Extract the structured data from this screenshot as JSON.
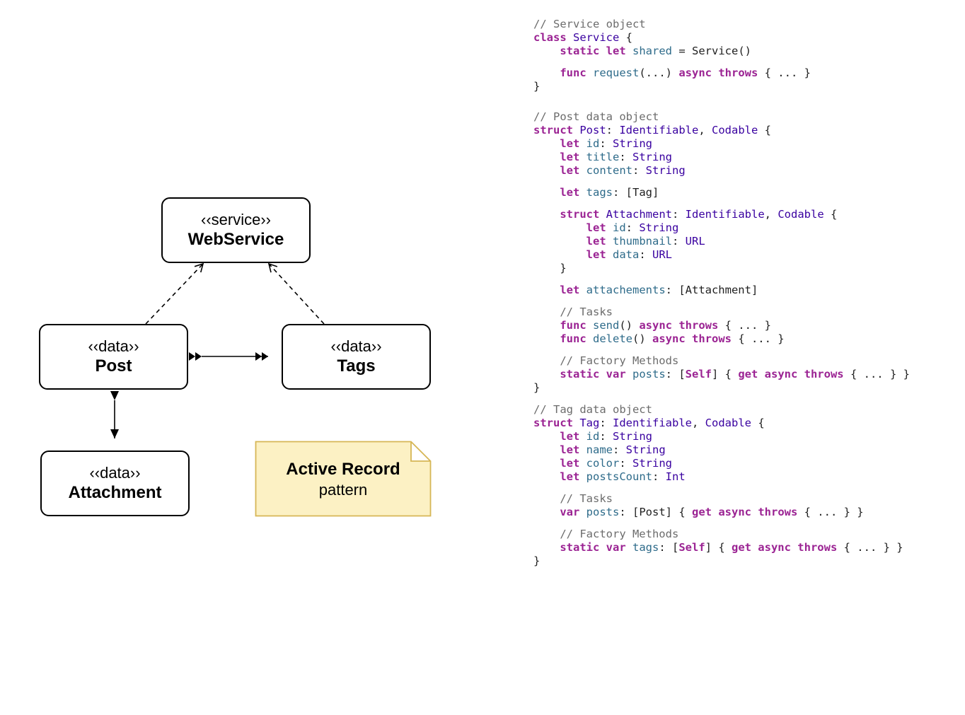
{
  "diagram": {
    "boxes": {
      "webservice": {
        "stereotype": "‹‹service››",
        "name": "WebService"
      },
      "post": {
        "stereotype": "‹‹data››",
        "name": "Post"
      },
      "tags": {
        "stereotype": "‹‹data››",
        "name": "Tags"
      },
      "attachment": {
        "stereotype": "‹‹data››",
        "name": "Attachment"
      }
    },
    "note": {
      "title": "Active Record",
      "subtitle": "pattern",
      "fill": "#fcf1c4",
      "stroke": "#d6b656"
    }
  },
  "code": {
    "colors": {
      "keyword": "#9b2393",
      "type": "#3900a0",
      "identifier": "#2e6b8a",
      "comment": "#6c6c6c",
      "plain": "#1f1f1f"
    },
    "lines": [
      [
        [
          "comment",
          "// Service object"
        ]
      ],
      [
        [
          "keyword",
          "class"
        ],
        [
          "plain",
          " "
        ],
        [
          "type",
          "Service"
        ],
        [
          "plain",
          " {"
        ]
      ],
      [
        [
          "plain",
          "    "
        ],
        [
          "keyword",
          "static let"
        ],
        [
          "plain",
          " "
        ],
        [
          "ident",
          "shared"
        ],
        [
          "plain",
          " = Service()"
        ]
      ],
      [],
      [
        [
          "plain",
          "    "
        ],
        [
          "keyword",
          "func"
        ],
        [
          "plain",
          " "
        ],
        [
          "ident",
          "request"
        ],
        [
          "plain",
          "(...) "
        ],
        [
          "keyword",
          "async throws"
        ],
        [
          "plain",
          " { ... }"
        ]
      ],
      [
        [
          "plain",
          "}"
        ]
      ],
      [],
      [],
      [
        [
          "comment",
          "// Post data object"
        ]
      ],
      [
        [
          "keyword",
          "struct"
        ],
        [
          "plain",
          " "
        ],
        [
          "type",
          "Post"
        ],
        [
          "plain",
          ": "
        ],
        [
          "type",
          "Identifiable"
        ],
        [
          "plain",
          ", "
        ],
        [
          "type",
          "Codable"
        ],
        [
          "plain",
          " {"
        ]
      ],
      [
        [
          "plain",
          "    "
        ],
        [
          "keyword",
          "let"
        ],
        [
          "plain",
          " "
        ],
        [
          "ident",
          "id"
        ],
        [
          "plain",
          ": "
        ],
        [
          "type",
          "String"
        ]
      ],
      [
        [
          "plain",
          "    "
        ],
        [
          "keyword",
          "let"
        ],
        [
          "plain",
          " "
        ],
        [
          "ident",
          "title"
        ],
        [
          "plain",
          ": "
        ],
        [
          "type",
          "String"
        ]
      ],
      [
        [
          "plain",
          "    "
        ],
        [
          "keyword",
          "let"
        ],
        [
          "plain",
          " "
        ],
        [
          "ident",
          "content"
        ],
        [
          "plain",
          ": "
        ],
        [
          "type",
          "String"
        ]
      ],
      [],
      [
        [
          "plain",
          "    "
        ],
        [
          "keyword",
          "let"
        ],
        [
          "plain",
          " "
        ],
        [
          "ident",
          "tags"
        ],
        [
          "plain",
          ": [Tag]"
        ]
      ],
      [],
      [
        [
          "plain",
          "    "
        ],
        [
          "keyword",
          "struct"
        ],
        [
          "plain",
          " "
        ],
        [
          "type",
          "Attachment"
        ],
        [
          "plain",
          ": "
        ],
        [
          "type",
          "Identifiable"
        ],
        [
          "plain",
          ", "
        ],
        [
          "type",
          "Codable"
        ],
        [
          "plain",
          " {"
        ]
      ],
      [
        [
          "plain",
          "        "
        ],
        [
          "keyword",
          "let"
        ],
        [
          "plain",
          " "
        ],
        [
          "ident",
          "id"
        ],
        [
          "plain",
          ": "
        ],
        [
          "type",
          "String"
        ]
      ],
      [
        [
          "plain",
          "        "
        ],
        [
          "keyword",
          "let"
        ],
        [
          "plain",
          " "
        ],
        [
          "ident",
          "thumbnail"
        ],
        [
          "plain",
          ": "
        ],
        [
          "type",
          "URL"
        ]
      ],
      [
        [
          "plain",
          "        "
        ],
        [
          "keyword",
          "let"
        ],
        [
          "plain",
          " "
        ],
        [
          "ident",
          "data"
        ],
        [
          "plain",
          ": "
        ],
        [
          "type",
          "URL"
        ]
      ],
      [
        [
          "plain",
          "    }"
        ]
      ],
      [],
      [
        [
          "plain",
          "    "
        ],
        [
          "keyword",
          "let"
        ],
        [
          "plain",
          " "
        ],
        [
          "ident",
          "attachements"
        ],
        [
          "plain",
          ": [Attachment]"
        ]
      ],
      [],
      [
        [
          "plain",
          "    "
        ],
        [
          "comment",
          "// Tasks"
        ]
      ],
      [
        [
          "plain",
          "    "
        ],
        [
          "keyword",
          "func"
        ],
        [
          "plain",
          " "
        ],
        [
          "ident",
          "send"
        ],
        [
          "plain",
          "() "
        ],
        [
          "keyword",
          "async throws"
        ],
        [
          "plain",
          " { ... }"
        ]
      ],
      [
        [
          "plain",
          "    "
        ],
        [
          "keyword",
          "func"
        ],
        [
          "plain",
          " "
        ],
        [
          "ident",
          "delete"
        ],
        [
          "plain",
          "() "
        ],
        [
          "keyword",
          "async throws"
        ],
        [
          "plain",
          " { ... }"
        ]
      ],
      [],
      [
        [
          "plain",
          "    "
        ],
        [
          "comment",
          "// Factory Methods"
        ]
      ],
      [
        [
          "plain",
          "    "
        ],
        [
          "keyword",
          "static var"
        ],
        [
          "plain",
          " "
        ],
        [
          "ident",
          "posts"
        ],
        [
          "plain",
          ": ["
        ],
        [
          "keyword",
          "Self"
        ],
        [
          "plain",
          "] { "
        ],
        [
          "keyword",
          "get async throws"
        ],
        [
          "plain",
          " { ... } }"
        ]
      ],
      [
        [
          "plain",
          "}"
        ]
      ],
      [],
      [
        [
          "comment",
          "// Tag data object"
        ]
      ],
      [
        [
          "keyword",
          "struct"
        ],
        [
          "plain",
          " "
        ],
        [
          "type",
          "Tag"
        ],
        [
          "plain",
          ": "
        ],
        [
          "type",
          "Identifiable"
        ],
        [
          "plain",
          ", "
        ],
        [
          "type",
          "Codable"
        ],
        [
          "plain",
          " {"
        ]
      ],
      [
        [
          "plain",
          "    "
        ],
        [
          "keyword",
          "let"
        ],
        [
          "plain",
          " "
        ],
        [
          "ident",
          "id"
        ],
        [
          "plain",
          ": "
        ],
        [
          "type",
          "String"
        ]
      ],
      [
        [
          "plain",
          "    "
        ],
        [
          "keyword",
          "let"
        ],
        [
          "plain",
          " "
        ],
        [
          "ident",
          "name"
        ],
        [
          "plain",
          ": "
        ],
        [
          "type",
          "String"
        ]
      ],
      [
        [
          "plain",
          "    "
        ],
        [
          "keyword",
          "let"
        ],
        [
          "plain",
          " "
        ],
        [
          "ident",
          "color"
        ],
        [
          "plain",
          ": "
        ],
        [
          "type",
          "String"
        ]
      ],
      [
        [
          "plain",
          "    "
        ],
        [
          "keyword",
          "let"
        ],
        [
          "plain",
          " "
        ],
        [
          "ident",
          "postsCount"
        ],
        [
          "plain",
          ": "
        ],
        [
          "type",
          "Int"
        ]
      ],
      [],
      [
        [
          "plain",
          "    "
        ],
        [
          "comment",
          "// Tasks"
        ]
      ],
      [
        [
          "plain",
          "    "
        ],
        [
          "keyword",
          "var"
        ],
        [
          "plain",
          " "
        ],
        [
          "ident",
          "posts"
        ],
        [
          "plain",
          ": [Post] { "
        ],
        [
          "keyword",
          "get async throws"
        ],
        [
          "plain",
          " { ... } }"
        ]
      ],
      [],
      [
        [
          "plain",
          "    "
        ],
        [
          "comment",
          "// Factory Methods"
        ]
      ],
      [
        [
          "plain",
          "    "
        ],
        [
          "keyword",
          "static var"
        ],
        [
          "plain",
          " "
        ],
        [
          "ident",
          "tags"
        ],
        [
          "plain",
          ": ["
        ],
        [
          "keyword",
          "Self"
        ],
        [
          "plain",
          "] { "
        ],
        [
          "keyword",
          "get async throws"
        ],
        [
          "plain",
          " { ... } }"
        ]
      ],
      [
        [
          "plain",
          "}"
        ]
      ]
    ]
  }
}
